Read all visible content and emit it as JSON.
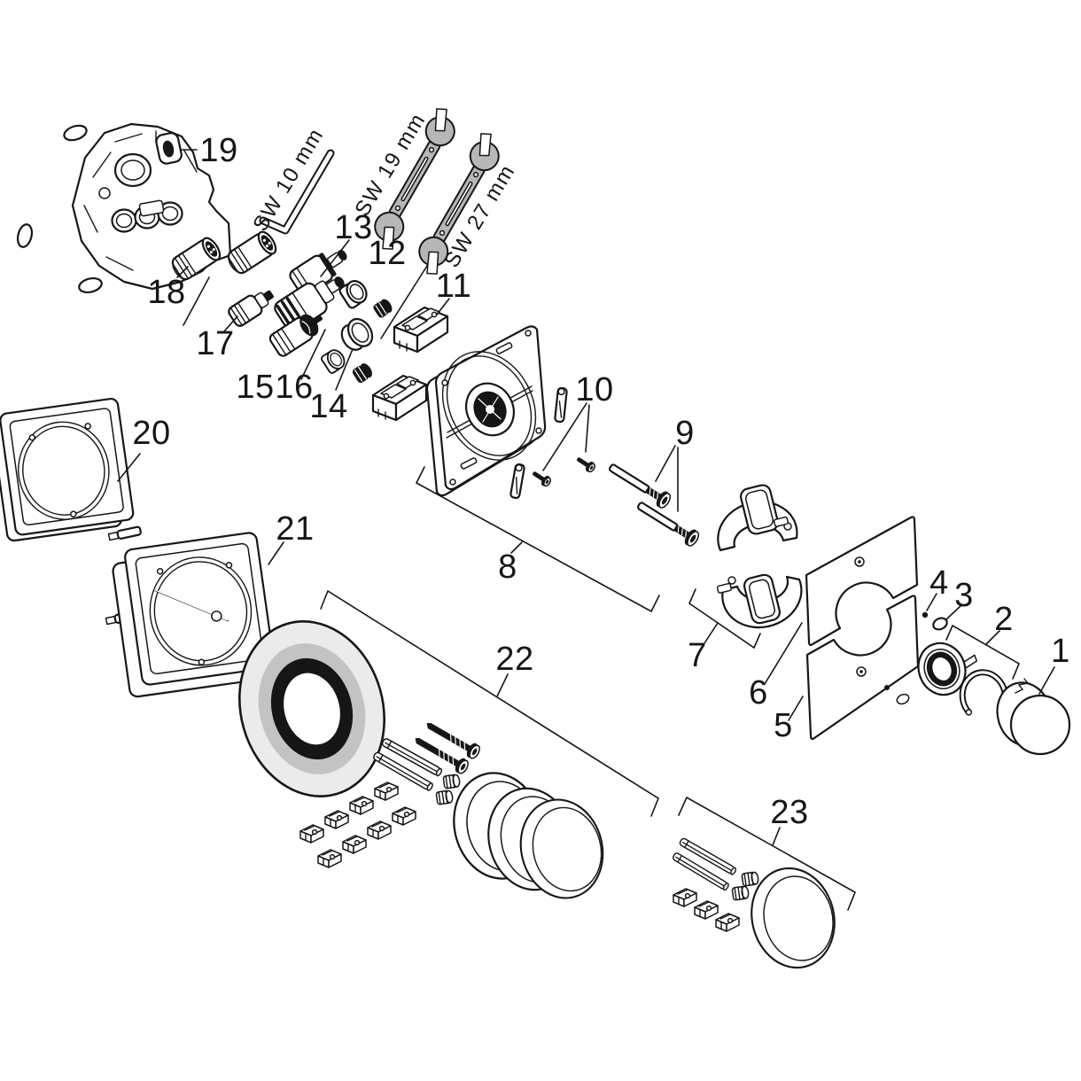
{
  "figure": {
    "type": "exploded-parts-diagram",
    "background": "#ffffff",
    "line_color": "#161616",
    "tool_fill": "#b7b7b7",
    "disc_outer_fill": "#ebebeb",
    "disc_mid_fill": "#c3c3c3",
    "disc_inner_ring_fill": "#161616"
  },
  "labels": {
    "p1": "1",
    "p2": "2",
    "p3": "3",
    "p4": "4",
    "p5": "5",
    "p6": "6",
    "p7": "7",
    "p8": "8",
    "p9": "9",
    "p10": "10",
    "p11": "11",
    "p12": "12",
    "p13": "13",
    "p14": "14",
    "p15": "15",
    "p16": "16",
    "p17": "17",
    "p18": "18",
    "p19": "19",
    "p20": "20",
    "p21": "21",
    "p22": "22",
    "p23": "23"
  },
  "tools": {
    "sw10": "SW 10 mm",
    "sw19": "SW 19 mm",
    "sw27": "SW 27 mm"
  }
}
